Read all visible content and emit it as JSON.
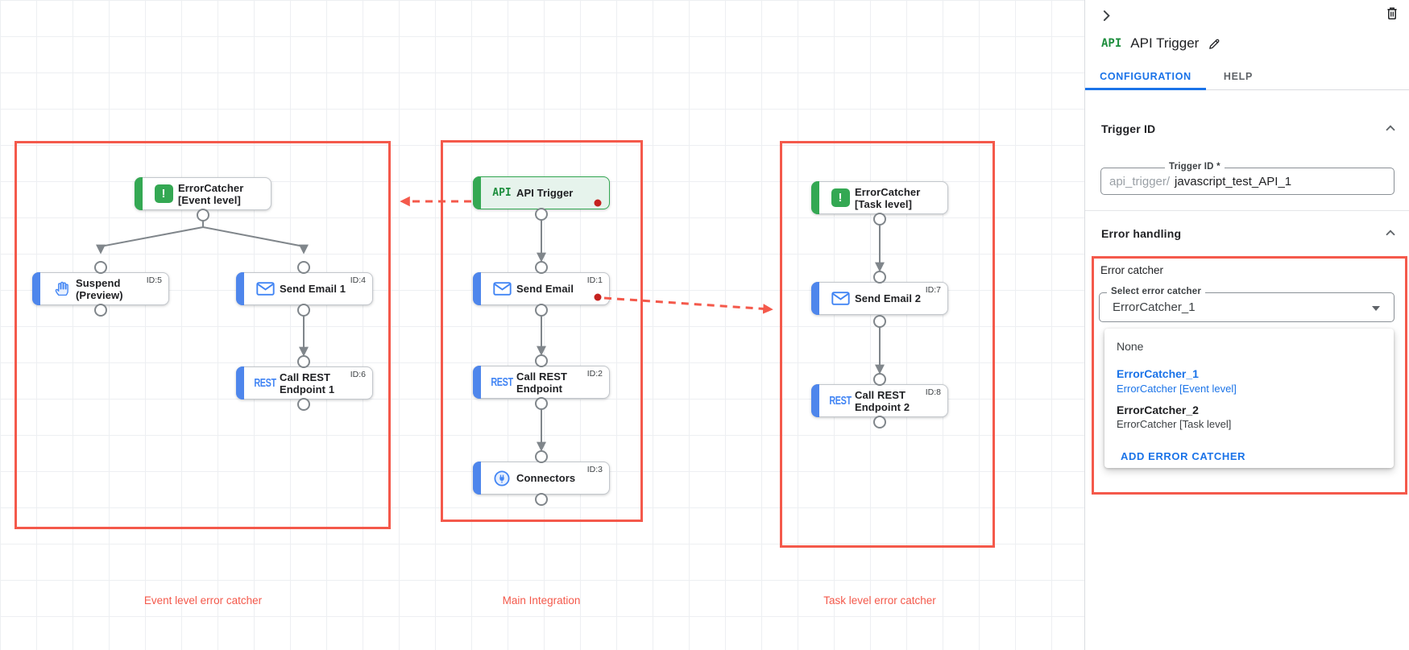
{
  "canvas": {
    "group_labels": [
      "Event level error catcher",
      "Main Integration",
      "Task level error catcher"
    ],
    "nodes": [
      {
        "label": "ErrorCatcher\n[Event level]",
        "badge": "",
        "icon": "error-catcher-icon"
      },
      {
        "label": "Suspend\n(Preview)",
        "badge": "ID:5",
        "icon": "hand-icon"
      },
      {
        "label": "Send Email 1",
        "badge": "ID:4",
        "icon": "mail-icon"
      },
      {
        "label": "Call REST\nEndpoint 1",
        "badge": "ID:6",
        "icon": "rest-icon"
      },
      {
        "label": "API Trigger",
        "badge": "",
        "icon": "api-icon"
      },
      {
        "label": "Send Email",
        "badge": "ID:1",
        "icon": "mail-icon"
      },
      {
        "label": "Call REST\nEndpoint",
        "badge": "ID:2",
        "icon": "rest-icon"
      },
      {
        "label": "Connectors",
        "badge": "ID:3",
        "icon": "connector-icon"
      },
      {
        "label": "ErrorCatcher\n[Task level]",
        "badge": "",
        "icon": "error-catcher-icon"
      },
      {
        "label": "Send Email 2",
        "badge": "ID:7",
        "icon": "mail-icon"
      },
      {
        "label": "Call REST\nEndpoint 2",
        "badge": "ID:8",
        "icon": "rest-icon"
      }
    ]
  },
  "icon_text": {
    "rest": "REST",
    "api": "API",
    "error": "!"
  },
  "panel": {
    "title": "API Trigger",
    "title_icon_text": "API",
    "tabs": {
      "configuration": "CONFIGURATION",
      "help": "HELP"
    },
    "trigger_id": {
      "heading": "Trigger ID",
      "field_label": "Trigger ID *",
      "prefix": "api_trigger/",
      "value": "javascript_test_API_1"
    },
    "error_handling": {
      "heading": "Error handling",
      "label": "Error catcher",
      "select_label": "Select error catcher",
      "select_value": "ErrorCatcher_1",
      "menu": {
        "none": "None",
        "option1_name": "ErrorCatcher_1",
        "option1_desc": "ErrorCatcher [Event level]",
        "option2_name": "ErrorCatcher_2",
        "option2_desc": "ErrorCatcher [Task level]",
        "add_action": "ADD ERROR CATCHER"
      }
    }
  },
  "colors": {
    "accent_red": "#f4594b",
    "dot_red": "#c5221f",
    "google_blue": "#4285f4",
    "link_blue": "#1a73e8",
    "green": "#34a853",
    "connector_gray": "#80868b"
  }
}
